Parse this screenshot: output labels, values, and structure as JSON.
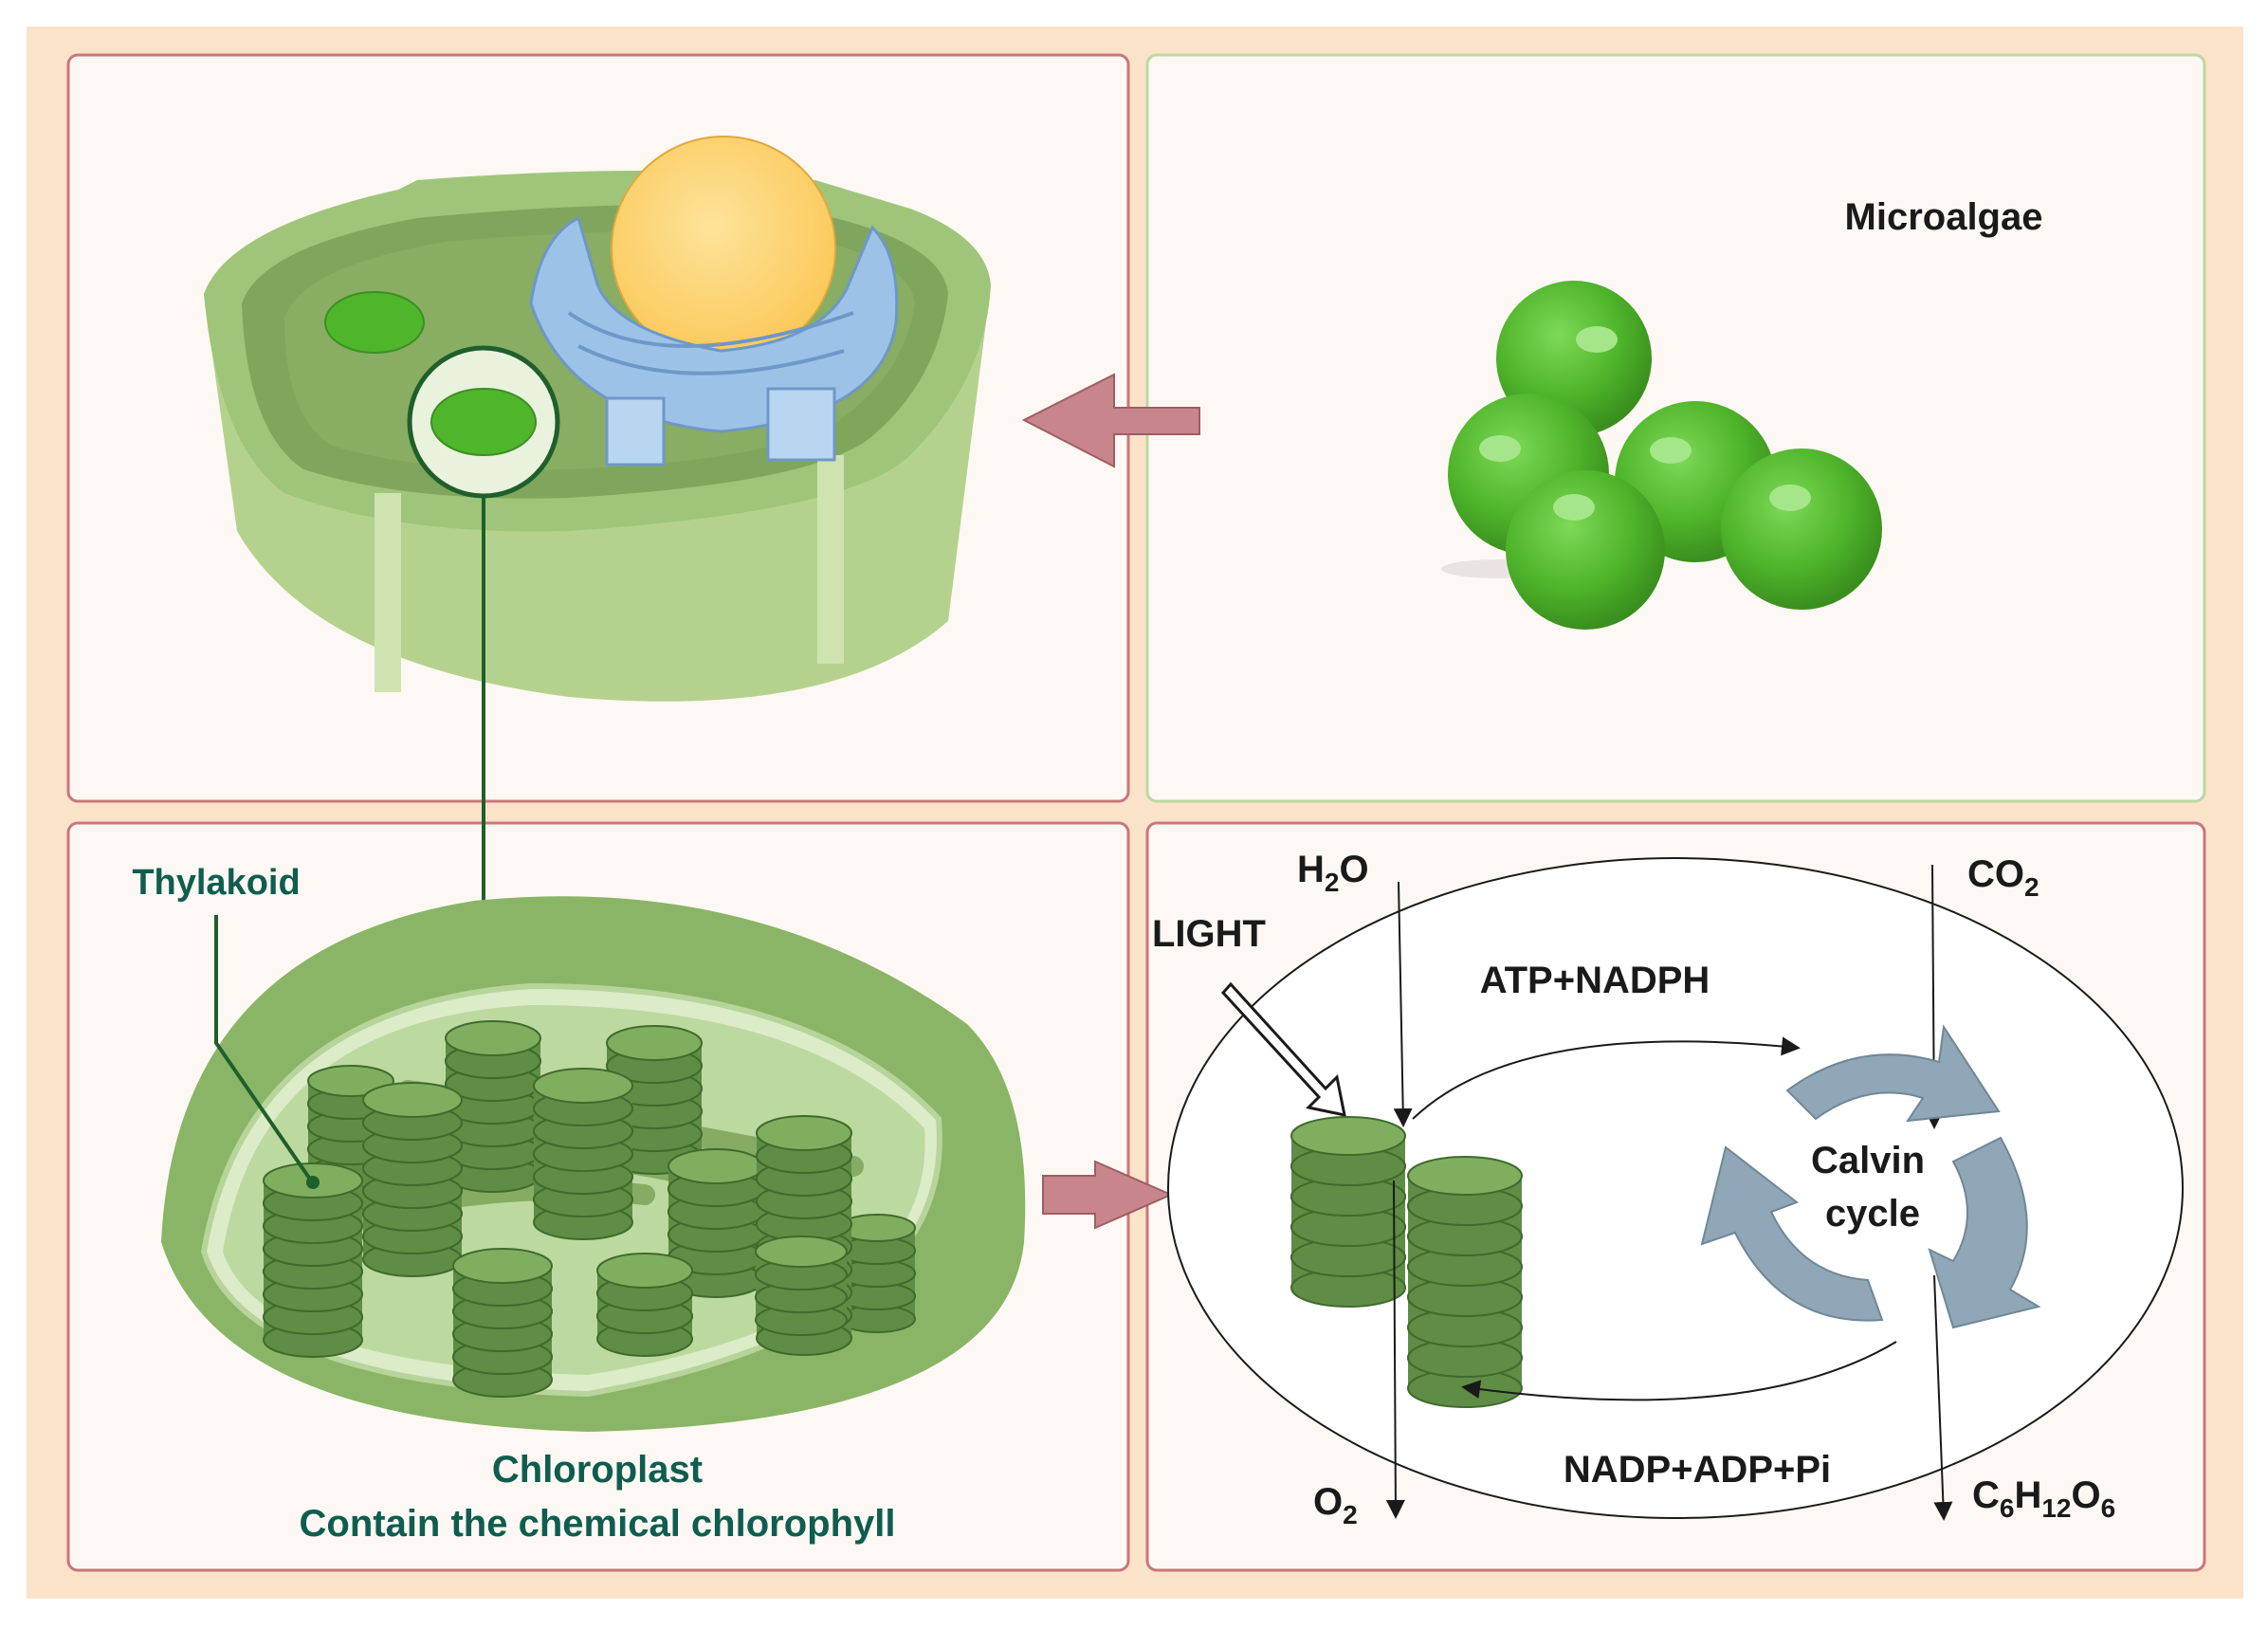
{
  "panels": {
    "microalgae": {
      "title": "Microalgae"
    },
    "chloroplast": {
      "thylakoid_label": "Thylakoid",
      "title": "Chloroplast",
      "caption": "Contain the chemical chlorophyll"
    },
    "photosynthesis": {
      "light_label": "LIGHT",
      "h2o": {
        "main": "H",
        "sub": "2",
        "tail": "O"
      },
      "co2": {
        "main": "CO",
        "sub": "2"
      },
      "o2": {
        "main": "O",
        "sub": "2"
      },
      "glucose": {
        "c": "C",
        "c_sub": "6",
        "h": "H",
        "h_sub": "12",
        "o": "O",
        "o_sub": "6"
      },
      "atp_nadph": "ATP+NADPH",
      "nadp_adp_pi": "NADP+ADP+Pi",
      "calvin_line1": "Calvin",
      "calvin_line2": "cycle"
    }
  },
  "colors": {
    "outer_background": "#fbe3c9",
    "panel_fill": "#fdf8f3",
    "panel_border_red": "#c9767a",
    "panel_border_green": "#b9d9a3",
    "arrow_fill": "#c8868c",
    "cell_green_dark": "#7aa35a",
    "cell_green_light": "#b4d28e",
    "nucleus_yellow": "#fdd36b",
    "golgi_blue": "#9cc2e8",
    "algae_green": "#4fb52b",
    "thylakoid_green": "#6f9e55",
    "calvin_arrow": "#8fa7b6",
    "label_teal": "#0f5d4f"
  }
}
